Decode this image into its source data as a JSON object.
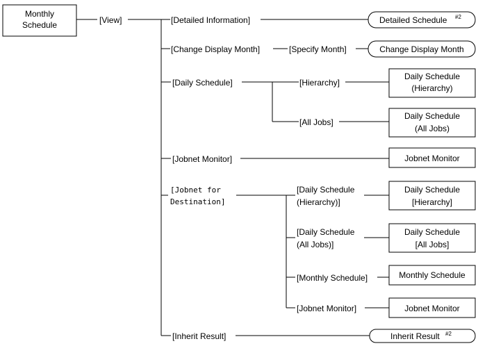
{
  "root": {
    "line1": "Monthly",
    "line2": "Schedule"
  },
  "view_menu": "[View]",
  "items": {
    "detailed_info": "[Detailed Information]",
    "change_display_month": "[Change Display Month]",
    "specify_month": "[Specify Month]",
    "daily_schedule": "[Daily Schedule]",
    "hierarchy": "[Hierarchy]",
    "all_jobs": "[All Jobs]",
    "jobnet_monitor": "[Jobnet Monitor]",
    "jobnet_for_destination": {
      "line1": "[Jobnet for",
      "line2": "Destination]"
    },
    "dest_daily_hierarchy": {
      "line1": "[Daily Schedule",
      "line2": "(Hierarchy)]"
    },
    "dest_daily_all_jobs": {
      "line1": "[Daily Schedule",
      "line2": "(All Jobs)]"
    },
    "dest_monthly_schedule": "[Monthly Schedule]",
    "dest_jobnet_monitor": "[Jobnet Monitor]",
    "inherit_result": "[Inherit Result]"
  },
  "screens": {
    "detailed_schedule": {
      "text": "Detailed Schedule",
      "note": "#2"
    },
    "change_display_month": "Change Display Month",
    "daily_hierarchy": {
      "line1": "Daily Schedule",
      "line2": "(Hierarchy)"
    },
    "daily_all_jobs": {
      "line1": "Daily Schedule",
      "line2": "(All Jobs)"
    },
    "jobnet_monitor": "Jobnet Monitor",
    "dest_daily_hierarchy": {
      "line1": "Daily Schedule",
      "line2": "[Hierarchy]"
    },
    "dest_daily_all_jobs": {
      "line1": "Daily Schedule",
      "line2": "[All Jobs]"
    },
    "dest_monthly_schedule": "Monthly Schedule",
    "dest_jobnet_monitor": "Jobnet Monitor",
    "inherit_result": {
      "text": "Inherit Result",
      "note": "#2"
    }
  }
}
